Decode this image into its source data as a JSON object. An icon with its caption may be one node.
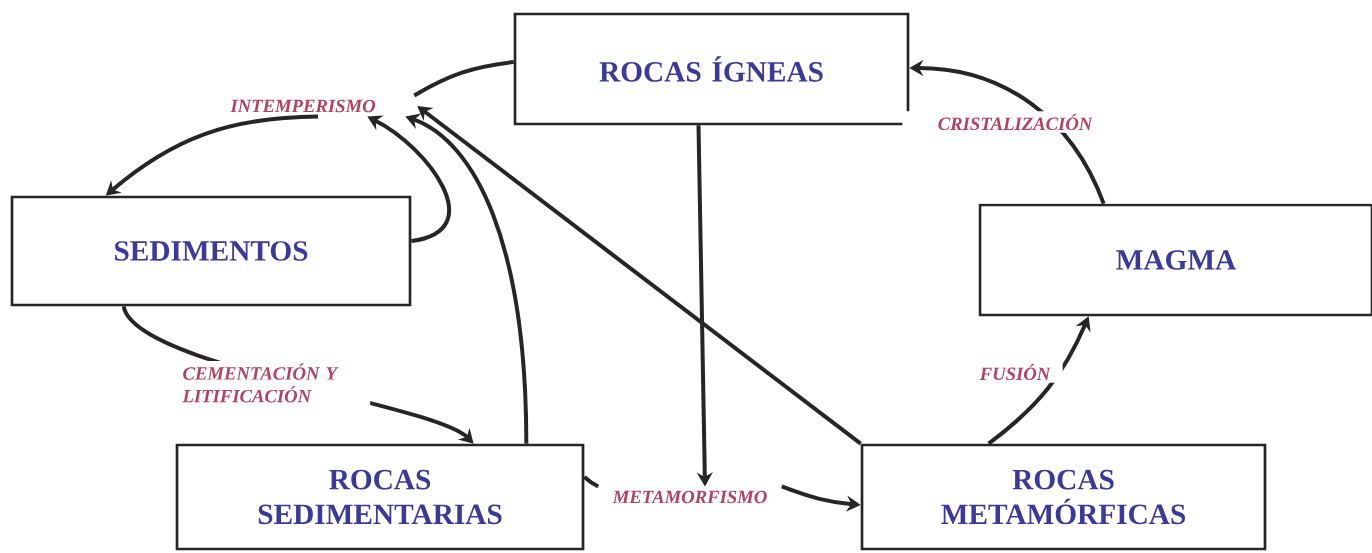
{
  "diagram": {
    "nodes": [
      {
        "text": [
          "ROCAS ÍGNEAS"
        ]
      },
      {
        "text": [
          "SEDIMENTOS"
        ]
      },
      {
        "text": [
          "MAGMA"
        ]
      },
      {
        "text": [
          "ROCAS SEDIMENTARIAS"
        ]
      },
      {
        "text": [
          "ROCAS METAMÓRFICAS"
        ]
      },
      {
        "text": [
          "INTEMPERISMO"
        ]
      },
      {
        "text": [
          "METAMORFISMO"
        ]
      }
    ],
    "edges": [
      {
        "from": 0,
        "to": 5,
        "arrow": "none"
      },
      {
        "from": 5,
        "to": 1,
        "arrow": "to"
      },
      {
        "from": 1,
        "to": 5,
        "arrow": "to"
      },
      {
        "from": 3,
        "to": 5,
        "arrow": "to"
      },
      {
        "from": 4,
        "to": 5,
        "arrow": "to"
      },
      {
        "from": 0,
        "to": 6,
        "arrow": "to"
      },
      {
        "from": 3,
        "to": 6,
        "arrow": "none"
      },
      {
        "from": 6,
        "to": 4,
        "arrow": "to"
      },
      {
        "from": 1,
        "to": 3,
        "arrow": "to",
        "label": "CEMENTACIÓN Y LITIFICACIÓN"
      },
      {
        "from": 4,
        "to": 2,
        "arrow": "to",
        "label": "FUSIÓN"
      },
      {
        "from": 2,
        "to": 0,
        "arrow": "to",
        "label": "CRISTALIZACIÓN"
      }
    ]
  }
}
